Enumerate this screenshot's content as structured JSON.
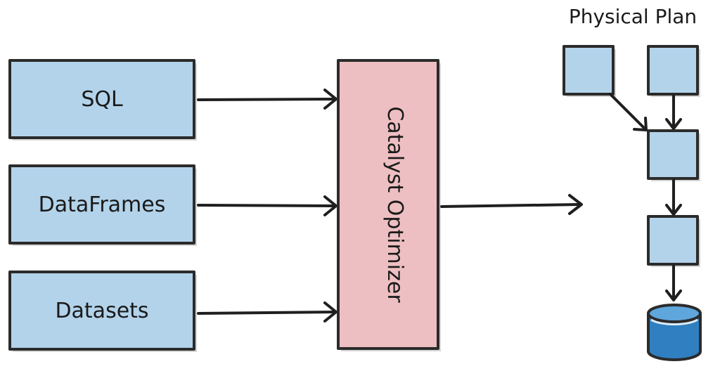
{
  "inputs": [
    {
      "label": "SQL"
    },
    {
      "label": "DataFrames"
    },
    {
      "label": "Datasets"
    }
  ],
  "optimizer": {
    "label": "Catalyst Optimizer"
  },
  "physical_plan": {
    "title": "Physical Plan"
  },
  "colors": {
    "input_fill": "#b3d3ea",
    "optimizer_fill": "#eebfc2",
    "node_fill": "#b3d3ea",
    "database_fill": "#2f7fc1",
    "stroke": "#2b2b2b"
  }
}
